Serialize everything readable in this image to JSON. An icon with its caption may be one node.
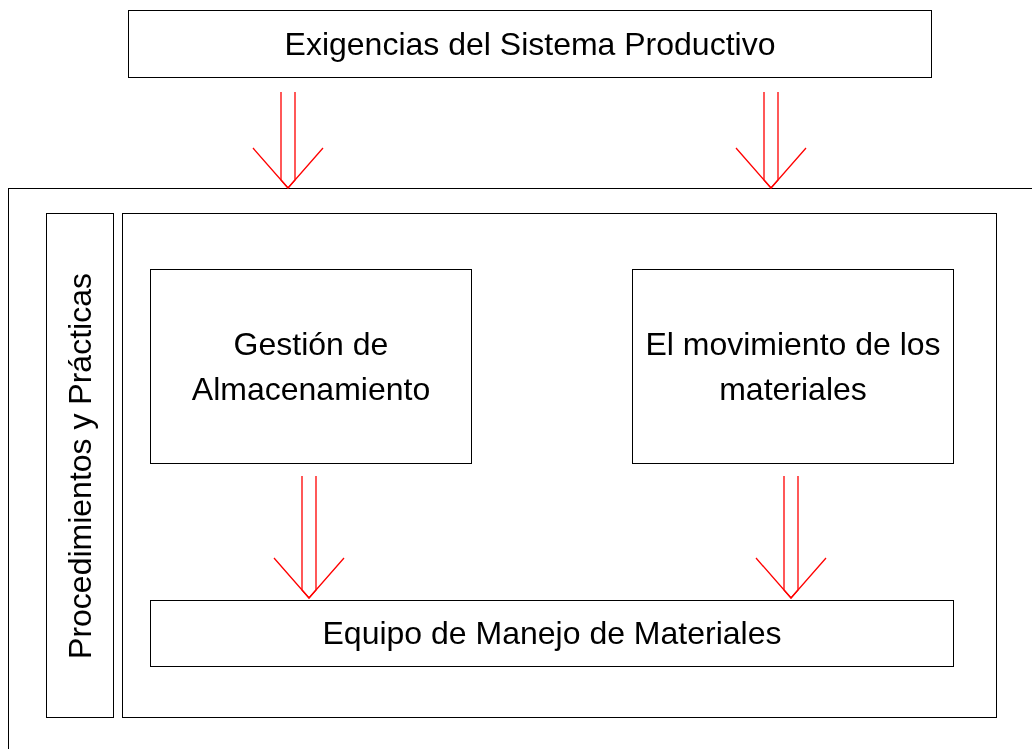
{
  "diagram": {
    "nodes": [
      {
        "text": [
          "Exigencias del Sistema Productivo"
        ]
      },
      {
        "text": [],
        "shape": "box"
      },
      {
        "text": [
          "Procedimientos y Prácticas"
        ],
        "in": 1
      },
      {
        "text": [],
        "shape": "box",
        "in": 1
      },
      {
        "text": [
          "Gestión de Almacenamiento"
        ],
        "in": 3
      },
      {
        "text": [
          "El movimiento de los materiales"
        ],
        "in": 3
      },
      {
        "text": [
          "Equipo de Manejo de Materiales"
        ],
        "in": 3
      }
    ],
    "edges": [
      {
        "from": 0,
        "to": 1,
        "arrow": "to"
      },
      {
        "from": 0,
        "to": 1,
        "arrow": "to"
      },
      {
        "from": 4,
        "to": 6,
        "arrow": "to"
      },
      {
        "from": 5,
        "to": 6,
        "arrow": "to"
      }
    ]
  }
}
